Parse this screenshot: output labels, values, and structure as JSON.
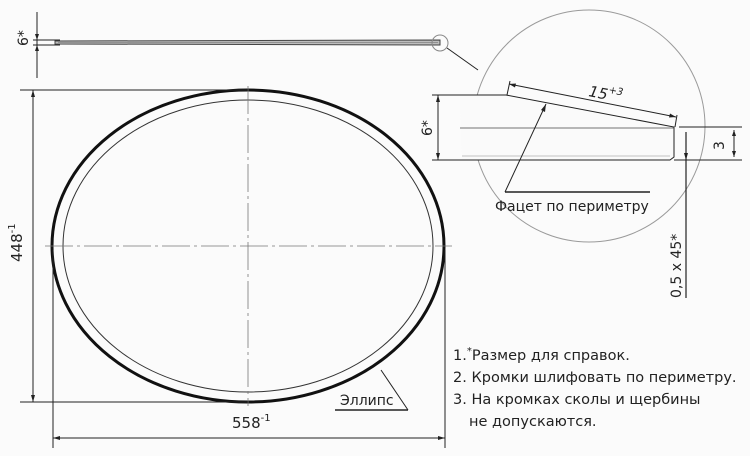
{
  "drawing": {
    "title": "Ellipse glass part drawing",
    "side_view": {
      "thickness_label": "6*"
    },
    "top_view": {
      "width_label": "558",
      "width_tolerance": "-1",
      "height_label": "448",
      "height_tolerance": "-1",
      "shape_label": "Эллипс"
    },
    "detail": {
      "facet_length": "15",
      "facet_tolerance": "+3",
      "thickness_label": "6*",
      "edge_label": "3",
      "chamfer_label": "0,5 x 45*",
      "facet_callout": "Фацет по периметру"
    }
  },
  "notes": [
    {
      "num": "1.",
      "star": "*",
      "text": "Размер для справок."
    },
    {
      "num": "2.",
      "star": "",
      "text": "Кромки шлифовать по периметру."
    },
    {
      "num": "3.",
      "star": "",
      "text": "На кромках сколы и щербины"
    },
    {
      "num": "",
      "star": "",
      "text": "не допускаются."
    }
  ],
  "colors": {
    "line": "#111111",
    "thin_line": "#333333",
    "detail_circle": "#9a9a9a",
    "background": "#fbfbfb"
  }
}
